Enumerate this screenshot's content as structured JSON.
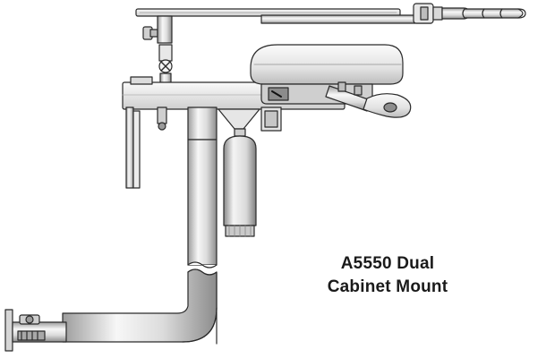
{
  "caption": {
    "line1": "A5550 Dual",
    "line2": "Cabinet Mount"
  },
  "colors": {
    "background": "#ffffff",
    "outline": "#2a2a2a",
    "metal_light": "#f2f2f2",
    "metal_mid": "#d4d4d4",
    "metal_dark": "#a8a8a8",
    "text": "#1a1a1a"
  },
  "illustration": {
    "subject": "dental-cabinet-mount-assembly"
  }
}
